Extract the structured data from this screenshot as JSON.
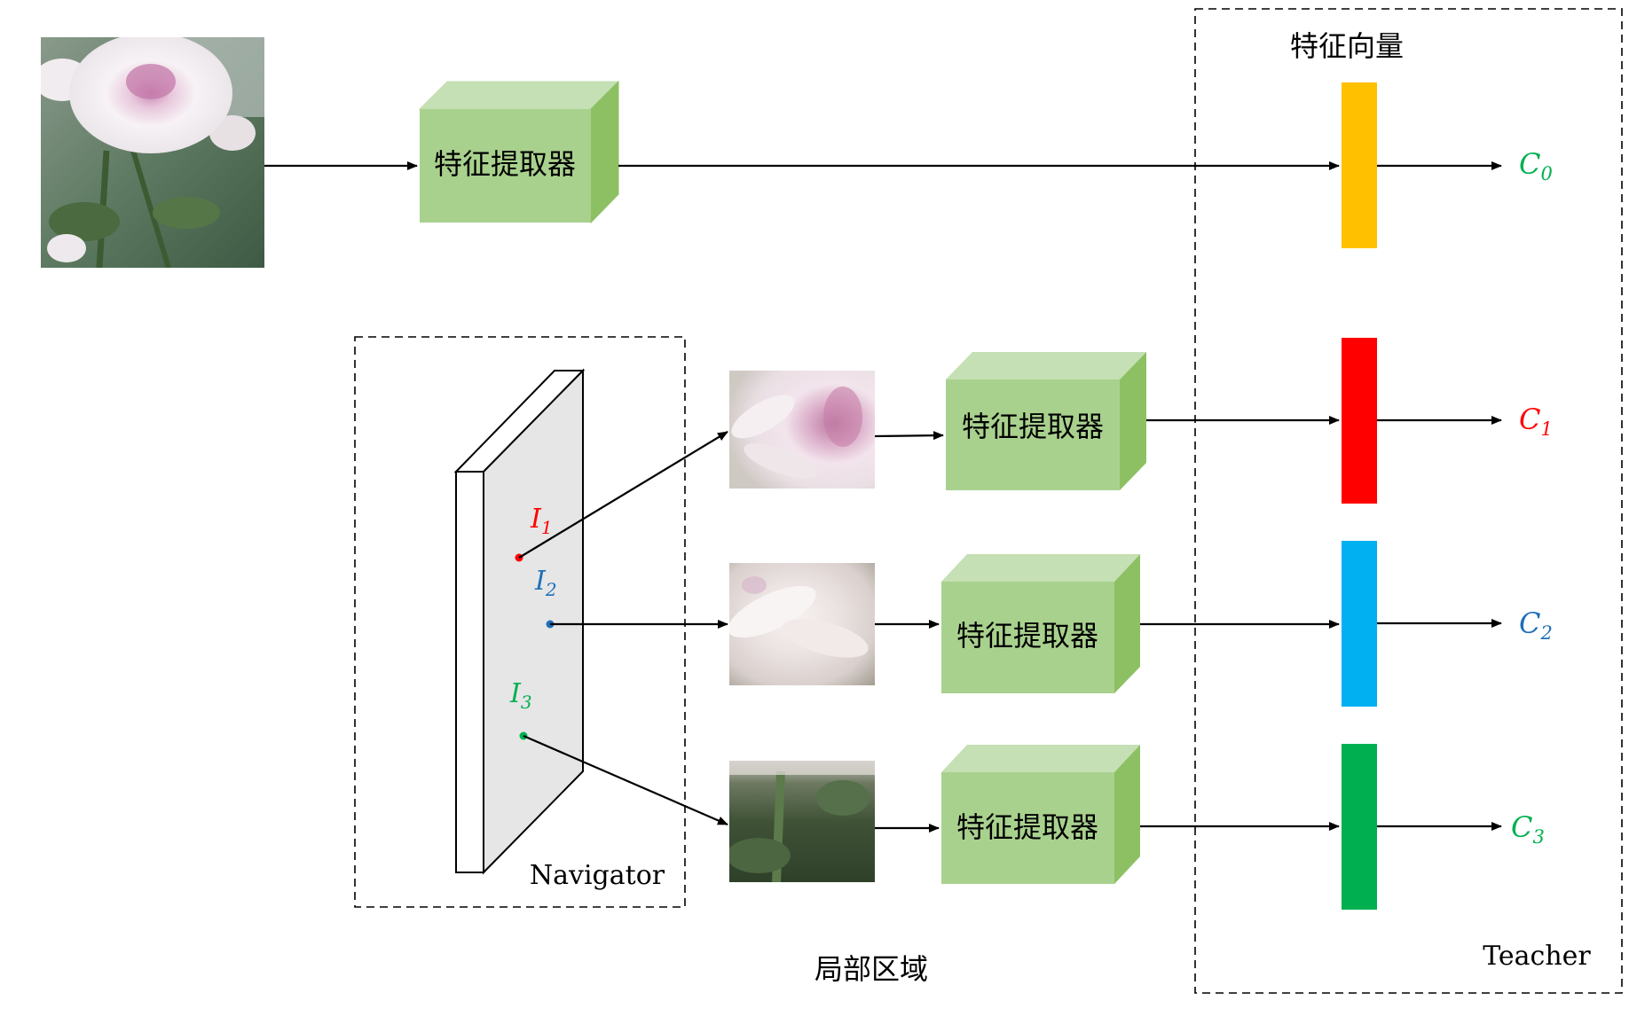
{
  "labels": {
    "feature_vector": "特征向量",
    "extractor": "特征提取器",
    "navigator": "Navigator",
    "teacher": "Teacher",
    "local_regions": "局部区域"
  },
  "points": [
    {
      "main": "I",
      "sub": "1",
      "color": "#ff0000"
    },
    {
      "main": "I",
      "sub": "2",
      "color": "#1f6fb8"
    },
    {
      "main": "I",
      "sub": "3",
      "color": "#00b050"
    }
  ],
  "outputs": [
    {
      "main": "C",
      "sub": "0",
      "color": "#00b050",
      "bar_color": "#ffc000"
    },
    {
      "main": "C",
      "sub": "1",
      "color": "#ff0000",
      "bar_color": "#ff0000"
    },
    {
      "main": "C",
      "sub": "2",
      "color": "#1f6fb8",
      "bar_color": "#00b0f0"
    },
    {
      "main": "C",
      "sub": "3",
      "color": "#00b050",
      "bar_color": "#00b050"
    }
  ],
  "colors": {
    "box_front": "#a9d18e",
    "box_top": "#c5e0b4",
    "box_side": "#8dc063",
    "navigator_face": "#e6e6e6",
    "arrow": "#000000"
  }
}
